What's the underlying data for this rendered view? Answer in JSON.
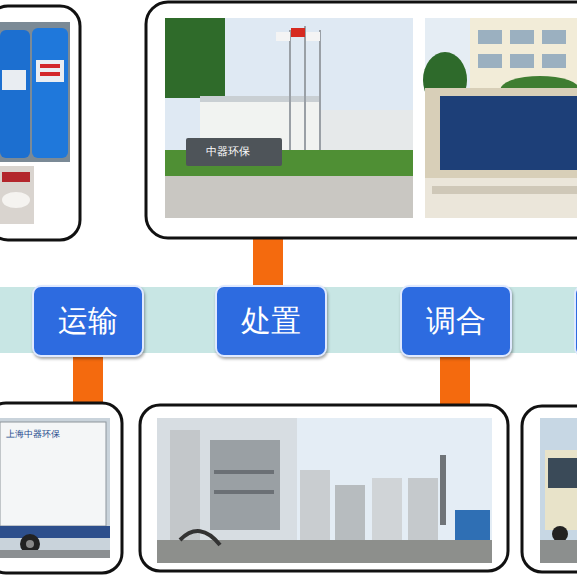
{
  "diagram": {
    "nodes": [
      {
        "text": [
          "运输"
        ]
      },
      {
        "text": [
          "处置"
        ]
      },
      {
        "text": [
          "调合"
        ]
      }
    ],
    "labels": [
      "中器环保",
      "上海中器环保"
    ]
  }
}
